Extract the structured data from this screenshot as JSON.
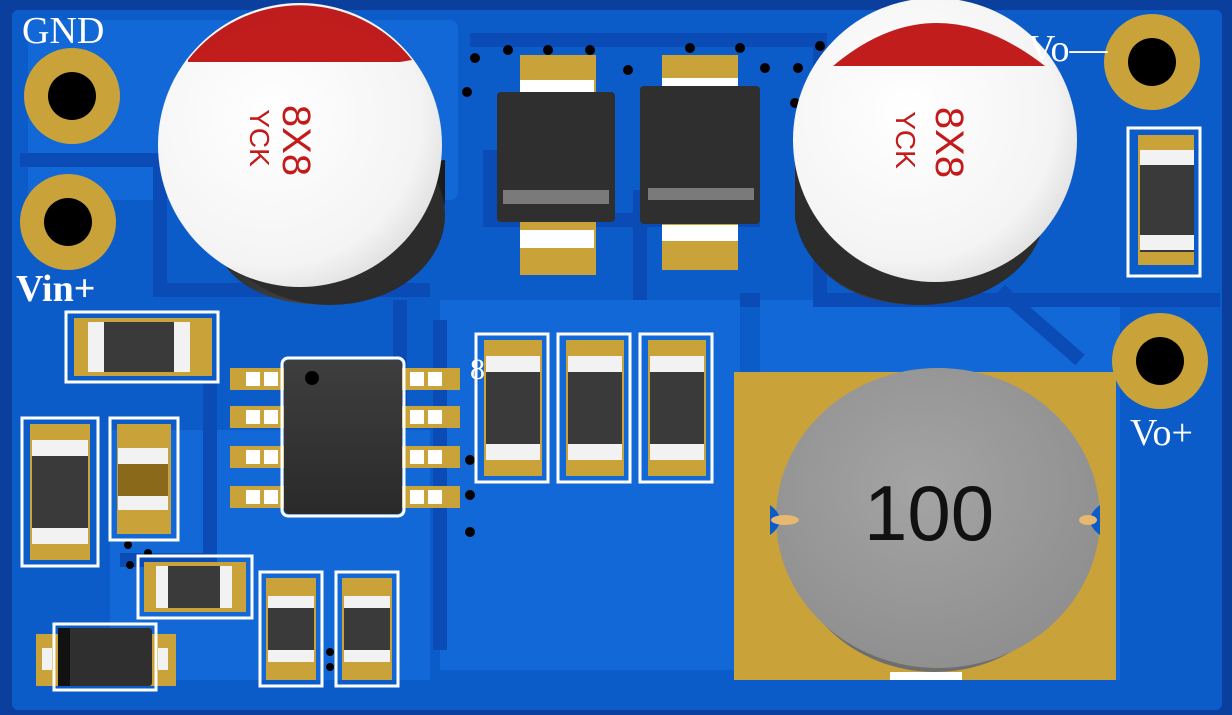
{
  "board": {
    "pcb_color": "#0b5cc9",
    "edge_color": "#0a3f9e",
    "pad_gold": "#c9a23a",
    "silkscreen": "#ffffff"
  },
  "labels": {
    "gnd": "GND",
    "vin_plus": "Vin+",
    "vo_minus": "Vo—",
    "vo_plus": "Vo+",
    "ic_ref": "8"
  },
  "capacitors": [
    {
      "size": "8X8",
      "brand": "YCK"
    },
    {
      "size": "8X8",
      "brand": "YCK"
    }
  ],
  "inductor": {
    "value": "100"
  }
}
